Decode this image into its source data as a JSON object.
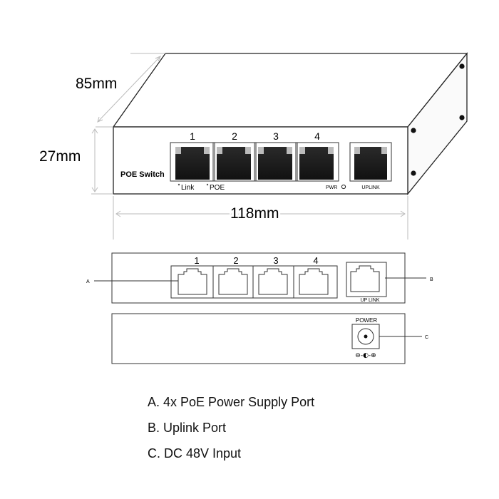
{
  "dimensions": {
    "depth": "85mm",
    "height": "27mm",
    "width": "118mm"
  },
  "front_panel": {
    "brand_label": "POE Switch",
    "port_numbers": [
      "1",
      "2",
      "3",
      "4"
    ],
    "link_label": "Link",
    "poe_label": "POE",
    "pwr_label": "PWR",
    "uplink_label": "UPLINK"
  },
  "front_view": {
    "port_numbers": [
      "1",
      "2",
      "3",
      "4"
    ],
    "uplink_label": "UP LINK",
    "callout_a": "A",
    "callout_b": "B"
  },
  "rear_view": {
    "power_label": "POWER",
    "polarity": "⊖-◐-⊕",
    "callout_c": "C"
  },
  "legend": [
    "A. 4x PoE Power Supply Port",
    "B. Uplink Port",
    "C. DC 48V Input"
  ]
}
